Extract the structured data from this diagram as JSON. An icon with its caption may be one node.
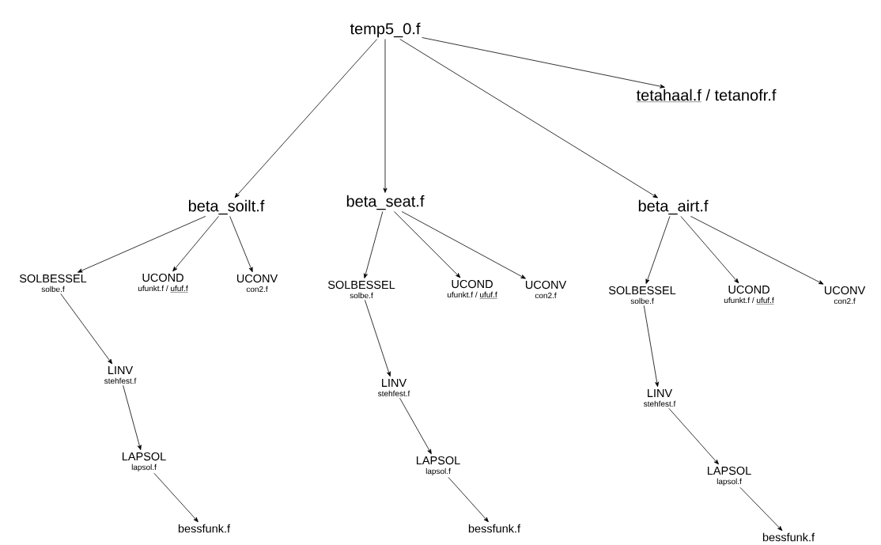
{
  "diagram": {
    "nodes": [
      {
        "text": [
          "temp5_0.f"
        ]
      },
      {
        "text": [
          "tetahaal.f",
          "/ tetanofr.f"
        ]
      },
      {
        "text": [
          "beta_soilt.f"
        ]
      },
      {
        "text": [
          "beta_seat.f"
        ]
      },
      {
        "text": [
          "beta_airt.f"
        ]
      },
      {
        "text": [
          "SOLBESSEL",
          "solbe.f"
        ]
      },
      {
        "text": [
          "UCOND",
          "ufunkt.f /",
          "ufuf.f"
        ]
      },
      {
        "text": [
          "UCONV",
          "con2.f"
        ]
      },
      {
        "text": [
          "LINV",
          "stehfest.f"
        ]
      },
      {
        "text": [
          "LAPSOL",
          "lapsol.f"
        ]
      },
      {
        "text": [
          "bessfunk.f"
        ]
      },
      {
        "text": [
          "SOLBESSEL",
          "solbe.f"
        ]
      },
      {
        "text": [
          "UCOND",
          "ufunkt.f /",
          "ufuf.f"
        ]
      },
      {
        "text": [
          "UCONV",
          "con2.f"
        ]
      },
      {
        "text": [
          "LINV",
          "stehfest.f"
        ]
      },
      {
        "text": [
          "LAPSOL",
          "lapsol.f"
        ]
      },
      {
        "text": [
          "bessfunk.f"
        ]
      },
      {
        "text": [
          "SOLBESSEL",
          "solbe.f"
        ]
      },
      {
        "text": [
          "UCOND",
          "ufunkt.f /",
          "ufuf.f"
        ]
      },
      {
        "text": [
          "UCONV",
          "con2.f"
        ]
      },
      {
        "text": [
          "LINV",
          "stehfest.f"
        ]
      },
      {
        "text": [
          "LAPSOL",
          "lapsol.f"
        ]
      },
      {
        "text": [
          "bessfunk.f"
        ]
      }
    ],
    "edges": [
      {
        "from": 0,
        "to": 1,
        "arrow": "to"
      },
      {
        "from": 0,
        "to": 2,
        "arrow": "to"
      },
      {
        "from": 0,
        "to": 3,
        "arrow": "to"
      },
      {
        "from": 0,
        "to": 4,
        "arrow": "to"
      },
      {
        "from": 2,
        "to": 5,
        "arrow": "to"
      },
      {
        "from": 2,
        "to": 6,
        "arrow": "to"
      },
      {
        "from": 2,
        "to": 7,
        "arrow": "to"
      },
      {
        "from": 5,
        "to": 8,
        "arrow": "to"
      },
      {
        "from": 8,
        "to": 9,
        "arrow": "to"
      },
      {
        "from": 9,
        "to": 10,
        "arrow": "to"
      },
      {
        "from": 3,
        "to": 11,
        "arrow": "to"
      },
      {
        "from": 3,
        "to": 12,
        "arrow": "to"
      },
      {
        "from": 3,
        "to": 13,
        "arrow": "to"
      },
      {
        "from": 11,
        "to": 14,
        "arrow": "to"
      },
      {
        "from": 14,
        "to": 15,
        "arrow": "to"
      },
      {
        "from": 15,
        "to": 16,
        "arrow": "to"
      },
      {
        "from": 4,
        "to": 17,
        "arrow": "to"
      },
      {
        "from": 4,
        "to": 18,
        "arrow": "to"
      },
      {
        "from": 4,
        "to": 19,
        "arrow": "to"
      },
      {
        "from": 17,
        "to": 20,
        "arrow": "to"
      },
      {
        "from": 20,
        "to": 21,
        "arrow": "to"
      },
      {
        "from": 21,
        "to": 22,
        "arrow": "to"
      }
    ]
  }
}
